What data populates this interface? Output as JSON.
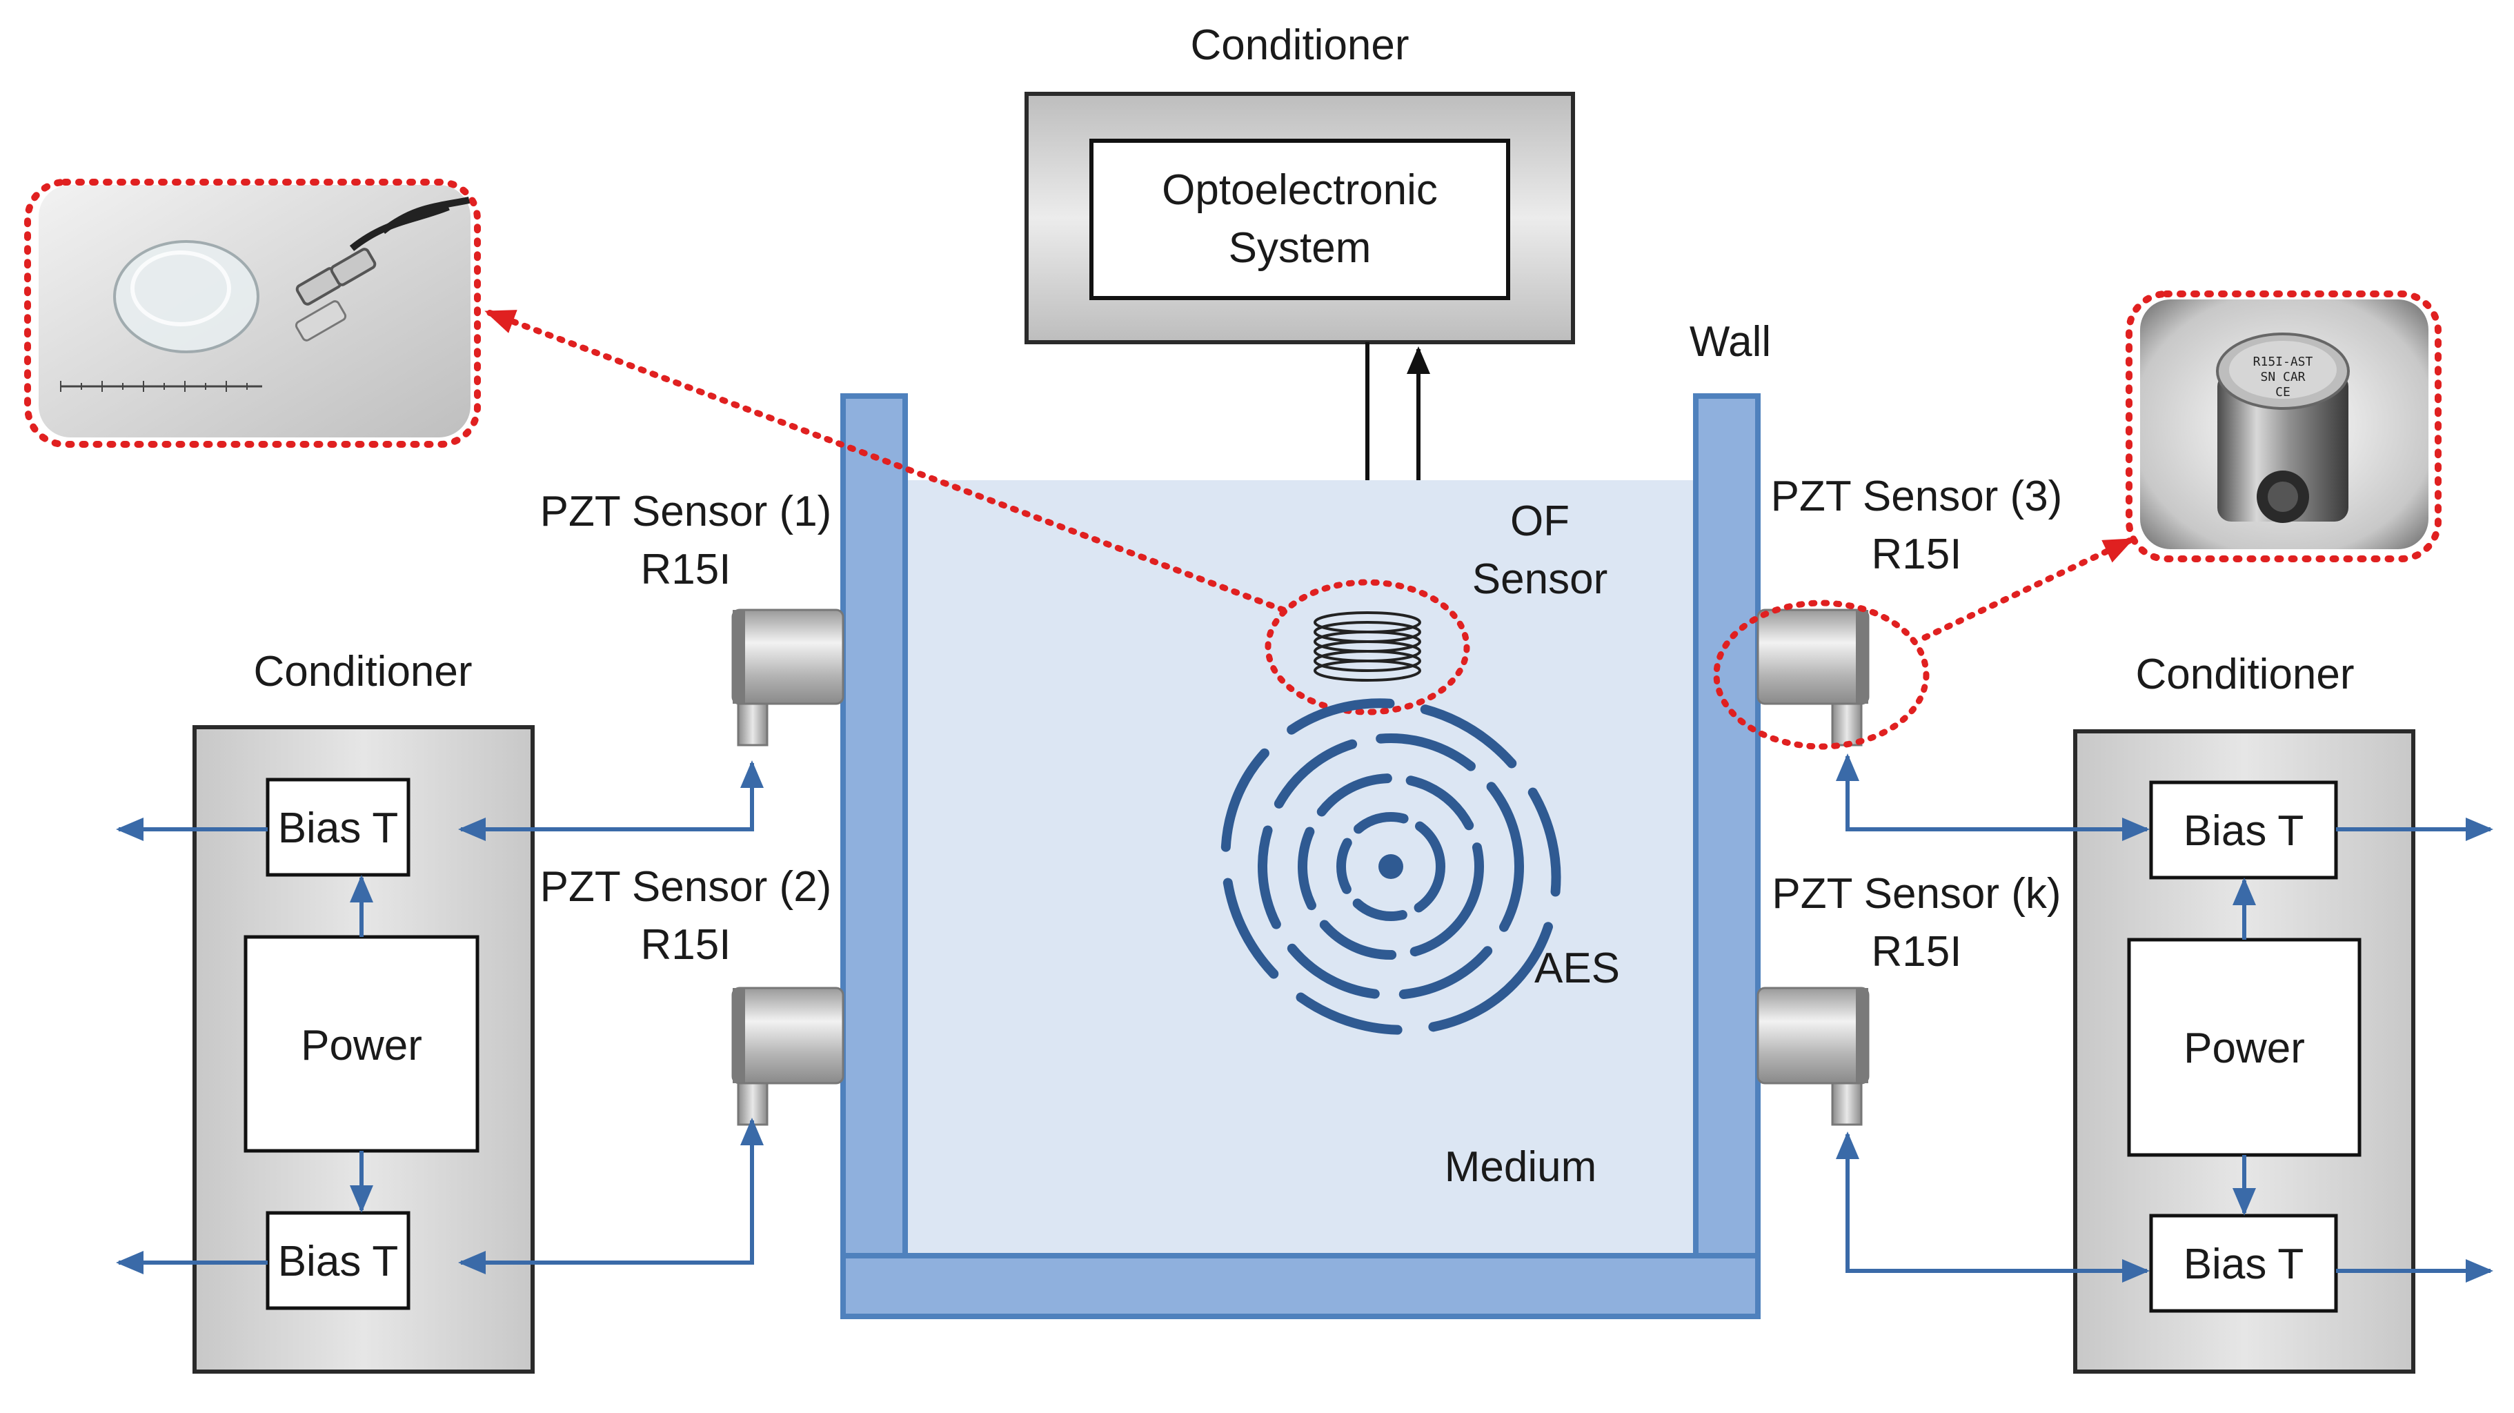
{
  "labels": {
    "top_conditioner_title": "Conditioner",
    "optoelectronic_line1": "Optoelectronic",
    "optoelectronic_line2": "System",
    "wall": "Wall",
    "of_sensor_line1": "OF",
    "of_sensor_line2": "Sensor",
    "aes": "AES",
    "medium": "Medium",
    "pzt1_line1": "PZT Sensor (1)",
    "pzt1_line2": "R15I",
    "pzt2_line1": "PZT Sensor (2)",
    "pzt2_line2": "R15I",
    "pzt3_line1": "PZT Sensor (3)",
    "pzt3_line2": "R15I",
    "pztk_line1": "PZT Sensor (k)",
    "pztk_line2": "R15I",
    "left_conditioner_title": "Conditioner",
    "right_conditioner_title": "Conditioner",
    "left_bias_top": "Bias T",
    "left_power": "Power",
    "left_bias_bottom": "Bias T",
    "right_bias_top": "Bias T",
    "right_power": "Power",
    "right_bias_bottom": "Bias T",
    "pzt_photo_label1": "R15I-AST",
    "pzt_photo_label2": "SN CAR",
    "pzt_photo_label3": "CE"
  },
  "colors": {
    "wall_fill": "#8fb0dd",
    "wall_stroke": "#4f81bd",
    "medium_fill": "#dce6f3",
    "arrow_blue": "#3a6aa8",
    "callout_red": "#e02020",
    "conditioner_fill": "#d4d4d4"
  },
  "icons": {
    "of_sensor": "coil-icon",
    "pzt_sensor": "cylinder-sensor-icon",
    "aes_source": "concentric-wave-icon",
    "of_photo": "optical-fiber-sensor-photo",
    "pzt_photo": "pzt-sensor-photo"
  }
}
